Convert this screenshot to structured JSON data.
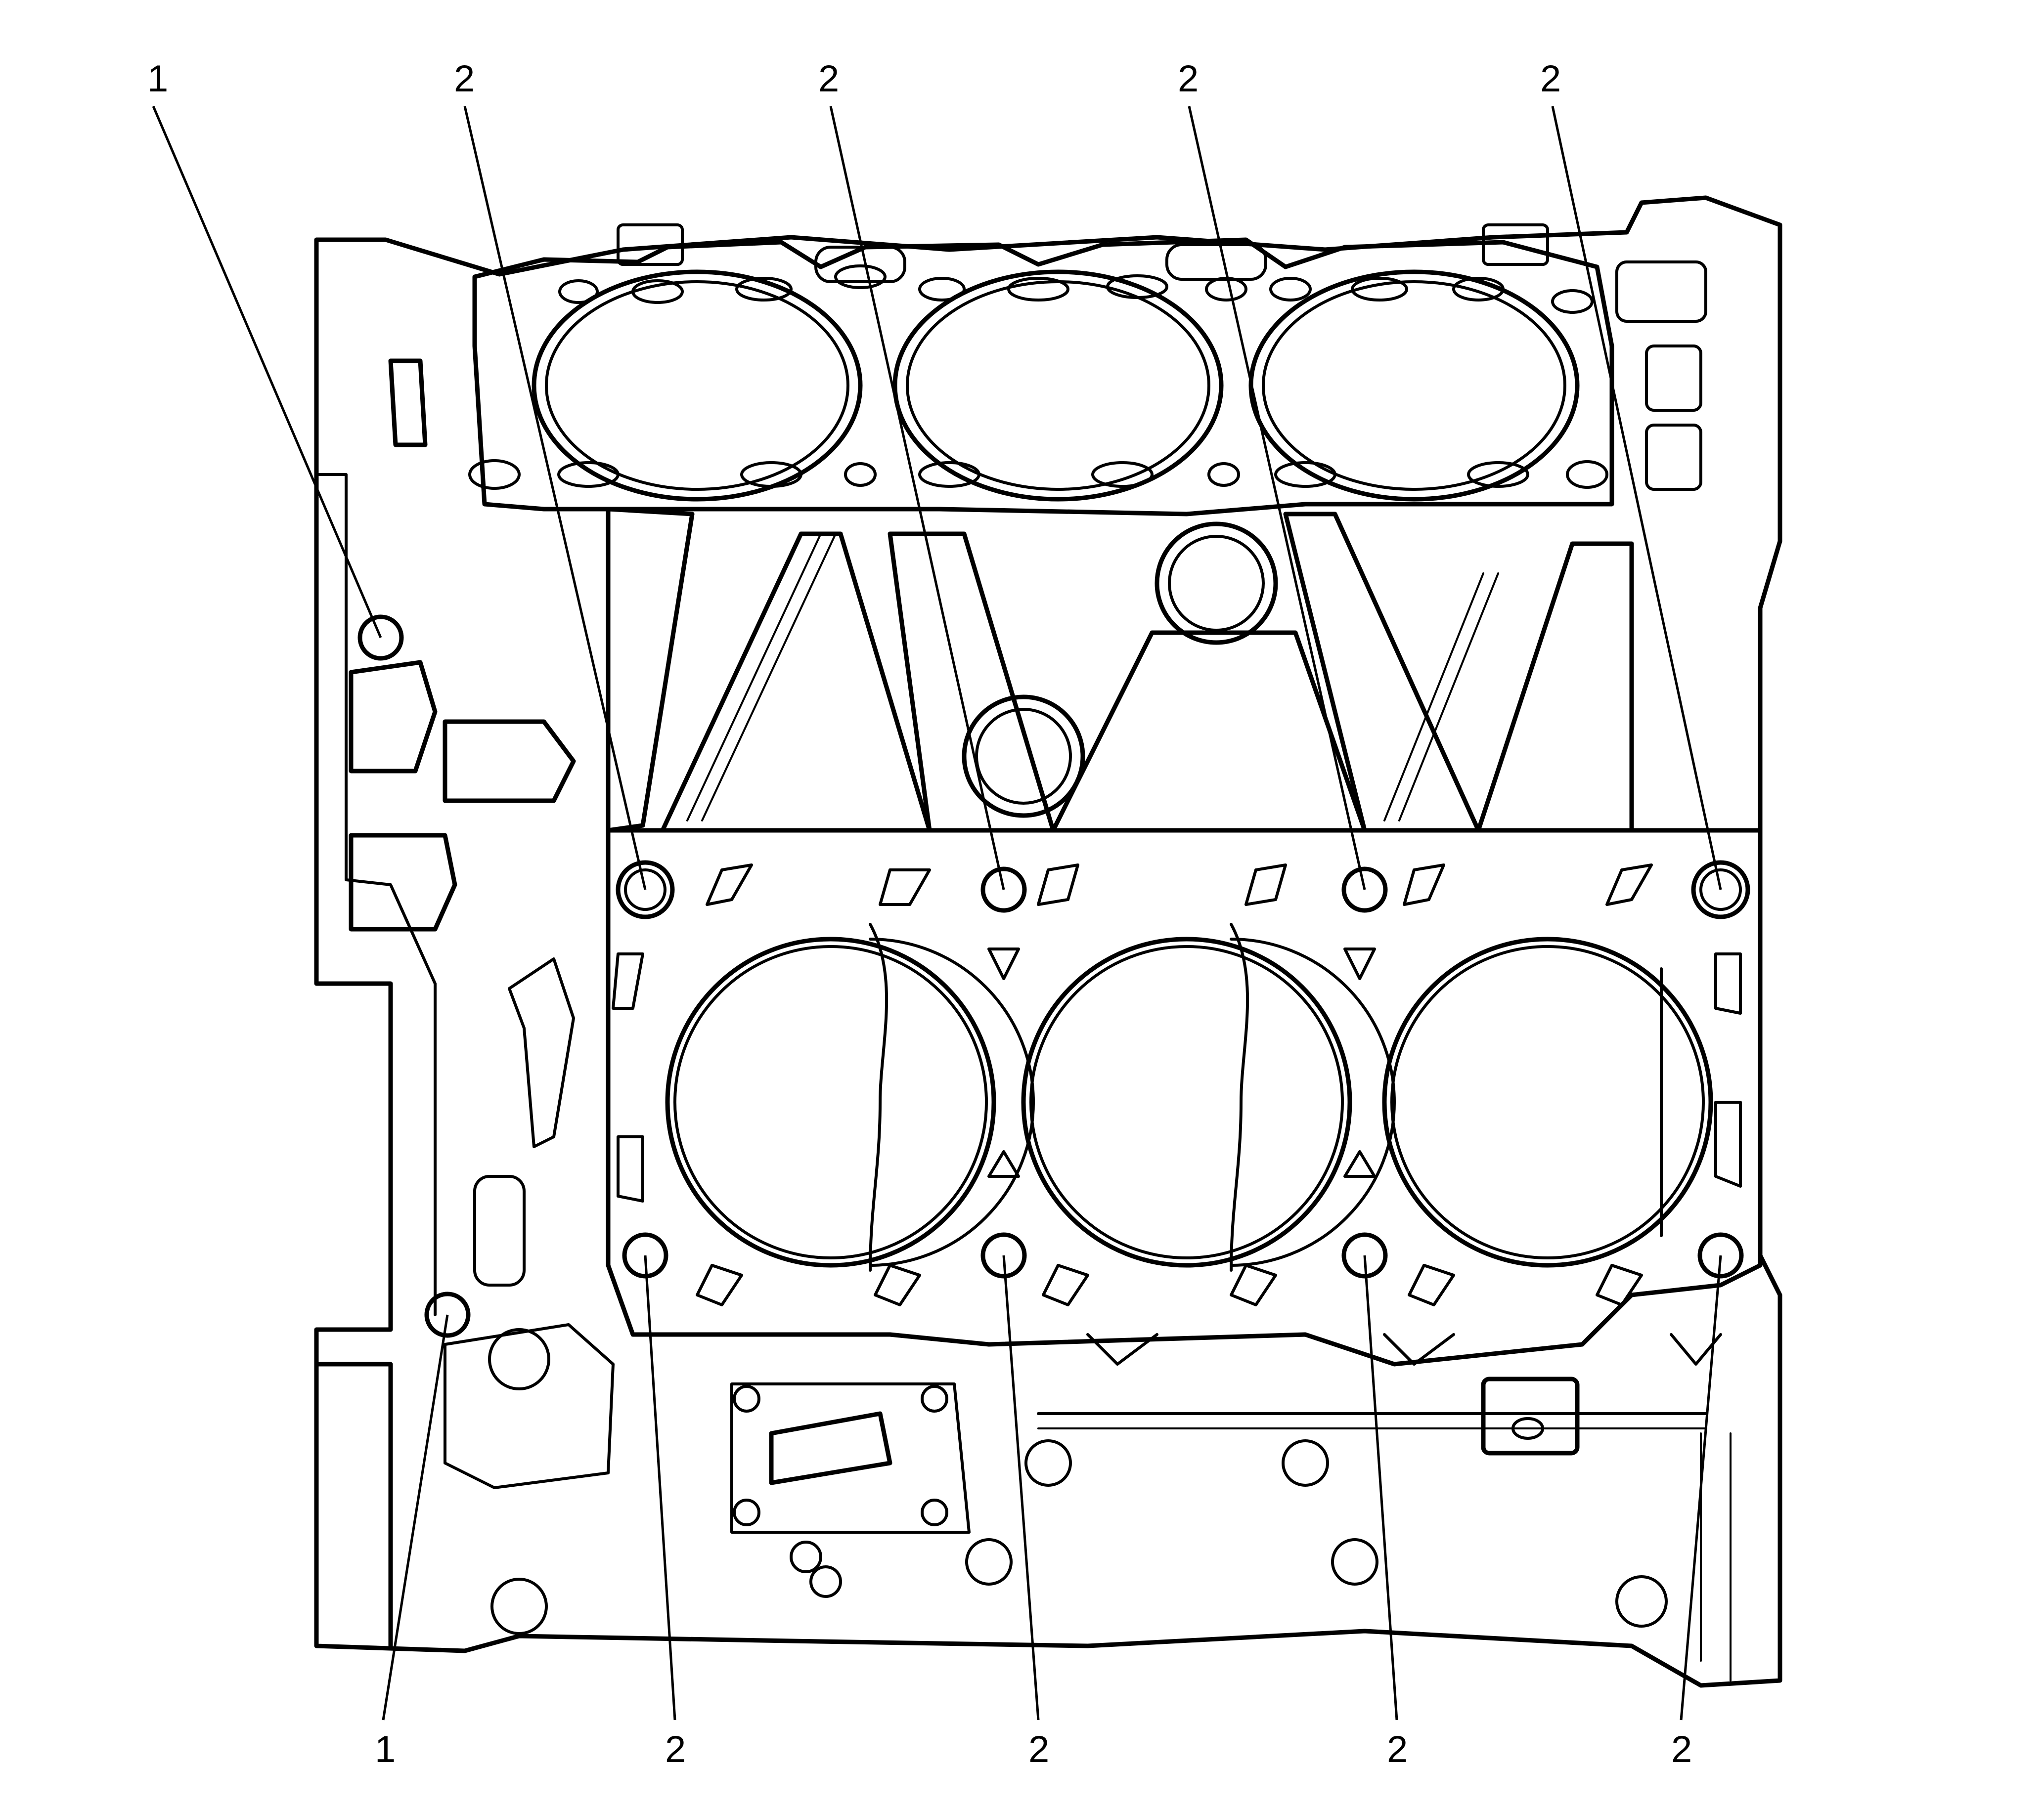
{
  "callouts_top": [
    {
      "id": "top-1",
      "label": "1"
    },
    {
      "id": "top-2a",
      "label": "2"
    },
    {
      "id": "top-2b",
      "label": "2"
    },
    {
      "id": "top-2c",
      "label": "2"
    },
    {
      "id": "top-2d",
      "label": "2"
    }
  ],
  "callouts_bottom": [
    {
      "id": "bottom-1",
      "label": "1"
    },
    {
      "id": "bottom-2a",
      "label": "2"
    },
    {
      "id": "bottom-2b",
      "label": "2"
    },
    {
      "id": "bottom-2c",
      "label": "2"
    },
    {
      "id": "bottom-2d",
      "label": "2"
    }
  ]
}
